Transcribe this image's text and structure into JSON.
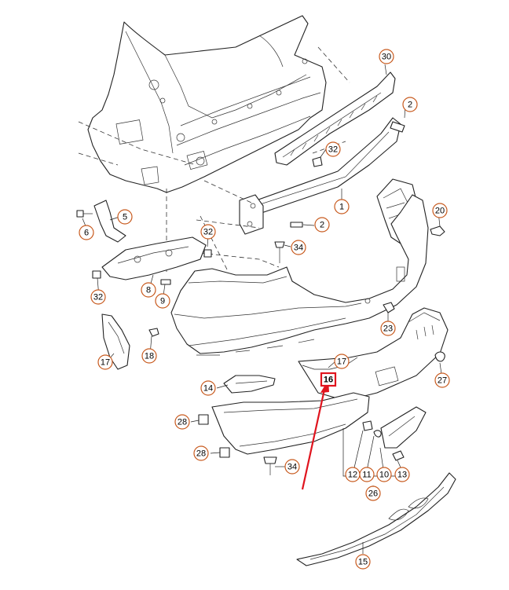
{
  "diagram": {
    "highlight_color": "#e0141e",
    "callout_color": "#c85a1e",
    "callouts": [
      {
        "id": "c30",
        "label": "30"
      },
      {
        "id": "c2a",
        "label": "2"
      },
      {
        "id": "c32a",
        "label": "32"
      },
      {
        "id": "c1",
        "label": "1"
      },
      {
        "id": "c2b",
        "label": "2"
      },
      {
        "id": "c5",
        "label": "5"
      },
      {
        "id": "c6",
        "label": "6"
      },
      {
        "id": "c32b",
        "label": "32"
      },
      {
        "id": "c34a",
        "label": "34"
      },
      {
        "id": "c20",
        "label": "20"
      },
      {
        "id": "c32c",
        "label": "32"
      },
      {
        "id": "c8",
        "label": "8"
      },
      {
        "id": "c9",
        "label": "9"
      },
      {
        "id": "c23",
        "label": "23"
      },
      {
        "id": "c17a",
        "label": "17"
      },
      {
        "id": "c18",
        "label": "18"
      },
      {
        "id": "c17b",
        "label": "17"
      },
      {
        "id": "c16",
        "label": "16"
      },
      {
        "id": "c27",
        "label": "27"
      },
      {
        "id": "c14",
        "label": "14"
      },
      {
        "id": "c28a",
        "label": "28"
      },
      {
        "id": "c28b",
        "label": "28"
      },
      {
        "id": "c34b",
        "label": "34"
      },
      {
        "id": "c12",
        "label": "12"
      },
      {
        "id": "c11",
        "label": "11"
      },
      {
        "id": "c10",
        "label": "10"
      },
      {
        "id": "c13",
        "label": "13"
      },
      {
        "id": "c26",
        "label": "26"
      },
      {
        "id": "c15",
        "label": "15"
      }
    ]
  }
}
